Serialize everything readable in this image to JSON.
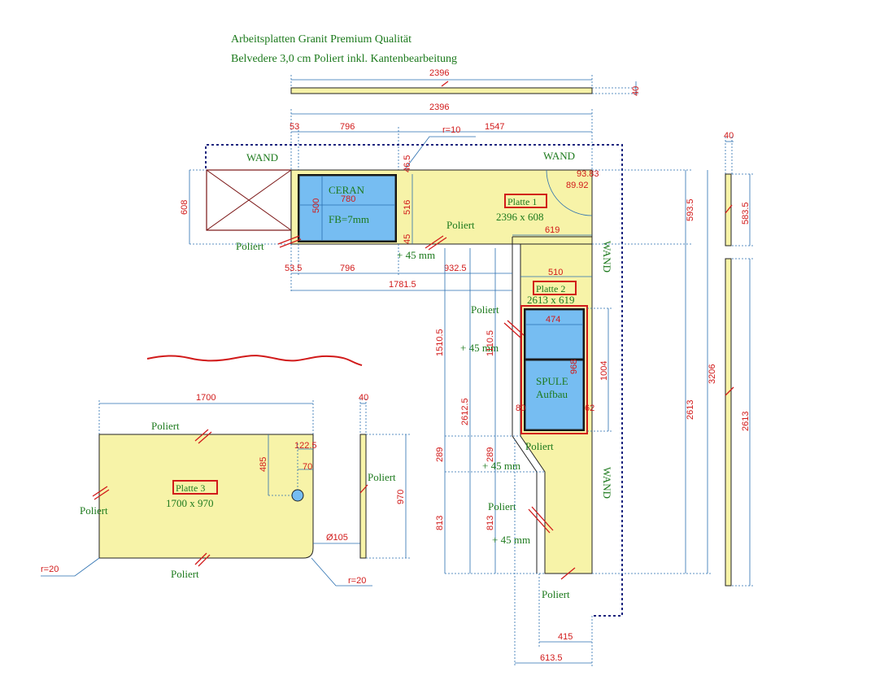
{
  "title": {
    "line1": "Arbeitsplatten Granit Premium Qualität",
    "line2": "Belvedere 3,0 cm Poliert inkl. Kantenbearbeitung"
  },
  "labels": {
    "wand": "WAND",
    "poliert": "Poliert",
    "ceran": "CERAN",
    "fb": "FB=7mm",
    "spule1": "SPULE",
    "spule2": "Aufbau",
    "plus45": "+ 45 mm",
    "r10": "r=10",
    "r20": "r=20",
    "dia": "Ø105"
  },
  "plates": {
    "p1": {
      "name": "Platte 1",
      "size": "2396 x 608"
    },
    "p2": {
      "name": "Platte 2",
      "size": "2613 x 619"
    },
    "p3": {
      "name": "Platte 3",
      "size": "1700 x 970"
    }
  },
  "dims": {
    "top_edge_len": "2396",
    "top_edge_th": "40",
    "overall": "2396",
    "d53": "53",
    "d796": "796",
    "d1547": "1547",
    "d608": "608",
    "d780": "780",
    "d500": "500",
    "d516": "516",
    "d465": "46.5",
    "d45": "45",
    "d9383": "93.83",
    "d8992": "89.92",
    "d5935": "593.5",
    "d619": "619",
    "d535": "53.5",
    "d796b": "796",
    "d9325": "932.5",
    "d17815": "1781.5",
    "d510": "510",
    "d474": "474",
    "d968": "968",
    "d1004": "1004",
    "d15105": "1510.5",
    "d11105": "1110.5",
    "d26125": "2612.5",
    "d289a": "289",
    "d289b": "289",
    "d813a": "813",
    "d813b": "813",
    "d2613": "2613",
    "d3206": "3206",
    "d80": "80",
    "d62": "62",
    "d415": "415",
    "d6135": "613.5",
    "side_th": "40",
    "side_d5835": "583.5",
    "side_d2613": "2613",
    "p3_w": "1700",
    "p3_th": "40",
    "p3_h": "970",
    "p3_d485": "485",
    "p3_d1225": "122.5",
    "p3_d70": "70"
  }
}
